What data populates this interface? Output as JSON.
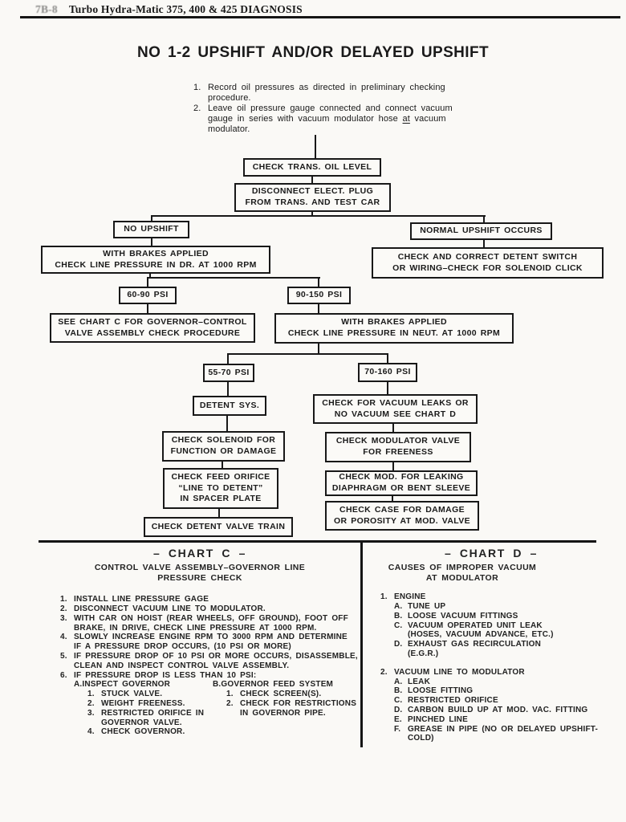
{
  "header": {
    "page_code": "7B-8",
    "title": "Turbo Hydra-Matic 375, 400 & 425 DIAGNOSIS"
  },
  "title": "NO 1-2 UPSHIFT AND/OR DELAYED UPSHIFT",
  "intro": {
    "item1": {
      "num": "1.",
      "text": "Record oil pressures as directed in preliminary checking\nprocedure."
    },
    "item2": {
      "num": "2.",
      "before": "Leave oil pressure gauge connected and connect vacuum\ngauge in series with vacuum modulator hose ",
      "underlined": "at",
      "after": " vacuum\nmodulator."
    }
  },
  "flowchart": {
    "boxes": [
      {
        "id": "check-trans-oil-level",
        "text": "CHECK TRANS. OIL LEVEL"
      },
      {
        "id": "disconnect-elect-plug",
        "text": "DISCONNECT ELECT. PLUG\nFROM TRANS. AND TEST CAR"
      },
      {
        "id": "no-upshift",
        "text": "NO UPSHIFT"
      },
      {
        "id": "normal-upshift-occurs",
        "text": "NORMAL UPSHIFT OCCURS"
      },
      {
        "id": "line-pressure-dr",
        "text": "WITH BRAKES APPLIED\nCHECK LINE PRESSURE IN DR. AT 1000 RPM"
      },
      {
        "id": "check-detent-switch",
        "text": "CHECK AND CORRECT DETENT SWITCH\nOR WIRING–CHECK FOR SOLENOID CLICK"
      },
      {
        "id": "psi-60-90",
        "text": "60-90 PSI"
      },
      {
        "id": "psi-90-150",
        "text": "90-150 PSI"
      },
      {
        "id": "see-chart-c",
        "text": "SEE CHART C FOR GOVERNOR–CONTROL\nVALVE ASSEMBLY CHECK PROCEDURE"
      },
      {
        "id": "line-pressure-neut",
        "text": "WITH BRAKES APPLIED\nCHECK LINE PRESSURE IN NEUT. AT 1000 RPM"
      },
      {
        "id": "psi-55-70",
        "text": "55-70 PSI"
      },
      {
        "id": "psi-70-160",
        "text": "70-160 PSI"
      },
      {
        "id": "detent-sys",
        "text": "DETENT SYS."
      },
      {
        "id": "vacuum-leaks",
        "text": "CHECK FOR VACUUM LEAKS OR\nNO VACUUM SEE CHART D"
      },
      {
        "id": "check-solenoid",
        "text": "CHECK SOLENOID FOR\nFUNCTION OR DAMAGE"
      },
      {
        "id": "check-modulator-valve",
        "text": "CHECK MODULATOR VALVE\nFOR FREENESS"
      },
      {
        "id": "check-feed-orifice",
        "text": "CHECK FEED ORIFICE\n“LINE TO DETENT”\nIN SPACER PLATE"
      },
      {
        "id": "check-mod-leaking",
        "text": "CHECK MOD. FOR LEAKING\nDIAPHRAGM OR BENT SLEEVE"
      },
      {
        "id": "check-detent-valve-train",
        "text": "CHECK DETENT VALVE TRAIN"
      },
      {
        "id": "check-case-damage",
        "text": "CHECK CASE FOR DAMAGE\nOR POROSITY AT MOD. VALVE"
      }
    ]
  },
  "chart_c": {
    "title": "– CHART C –",
    "subtitle": "CONTROL VALVE ASSEMBLY–GOVERNOR LINE\nPRESSURE CHECK",
    "items": [
      {
        "num": "1.",
        "text": "INSTALL LINE PRESSURE GAGE"
      },
      {
        "num": "2.",
        "text": "DISCONNECT VACUUM LINE TO MODULATOR."
      },
      {
        "num": "3.",
        "text": "WITH CAR ON HOIST (REAR WHEELS, OFF GROUND), FOOT OFF\nBRAKE, IN DRIVE, CHECK LINE PRESSURE AT 1000 RPM."
      },
      {
        "num": "4.",
        "text": "SLOWLY INCREASE ENGINE RPM TO 3000 RPM AND DETERMINE\nIF A PRESSURE DROP OCCURS, (10 PSI OR MORE)"
      },
      {
        "num": "5.",
        "text": "IF PRESSURE DROP OF 10 PSI OR MORE OCCURS, DISASSEMBLE,\nCLEAN AND INSPECT CONTROL VALVE ASSEMBLY."
      },
      {
        "num": "6.",
        "text": "IF PRESSURE DROP IS LESS THAN 10 PSI:"
      }
    ],
    "sub_a": {
      "label": "A.",
      "title": "INSPECT GOVERNOR",
      "items": [
        {
          "num": "1.",
          "text": "STUCK VALVE."
        },
        {
          "num": "2.",
          "text": "WEIGHT FREENESS."
        },
        {
          "num": "3.",
          "text": "RESTRICTED ORIFICE IN\nGOVERNOR VALVE."
        },
        {
          "num": "4.",
          "text": "CHECK GOVERNOR."
        }
      ]
    },
    "sub_b": {
      "label": "B.",
      "title": "GOVERNOR FEED SYSTEM",
      "items": [
        {
          "num": "1.",
          "text": "CHECK SCREEN(S)."
        },
        {
          "num": "2.",
          "text": "CHECK FOR RESTRICTIONS\nIN GOVERNOR PIPE."
        }
      ]
    }
  },
  "chart_d": {
    "title": "– CHART D –",
    "subtitle": "CAUSES OF IMPROPER VACUUM\nAT MODULATOR",
    "groups": [
      {
        "num": "1.",
        "title": "ENGINE",
        "items": [
          {
            "label": "A.",
            "text": "TUNE UP"
          },
          {
            "label": "B.",
            "text": "LOOSE VACUUM FITTINGS"
          },
          {
            "label": "C.",
            "text": "VACUUM OPERATED UNIT LEAK\n(HOSES, VACUUM ADVANCE, ETC.)"
          },
          {
            "label": "D.",
            "text": "EXHAUST GAS RECIRCULATION\n(E.G.R.)"
          }
        ]
      },
      {
        "num": "2.",
        "title": "VACUUM LINE TO MODULATOR",
        "items": [
          {
            "label": "A.",
            "text": "LEAK"
          },
          {
            "label": "B.",
            "text": "LOOSE FITTING"
          },
          {
            "label": "C.",
            "text": "RESTRICTED ORIFICE"
          },
          {
            "label": "D.",
            "text": "CARBON BUILD UP AT MOD. VAC. FITTING"
          },
          {
            "label": "E.",
            "text": "PINCHED LINE"
          },
          {
            "label": "F.",
            "text": "GREASE IN PIPE (NO OR DELAYED UPSHIFT-\nCOLD)"
          }
        ]
      }
    ]
  }
}
